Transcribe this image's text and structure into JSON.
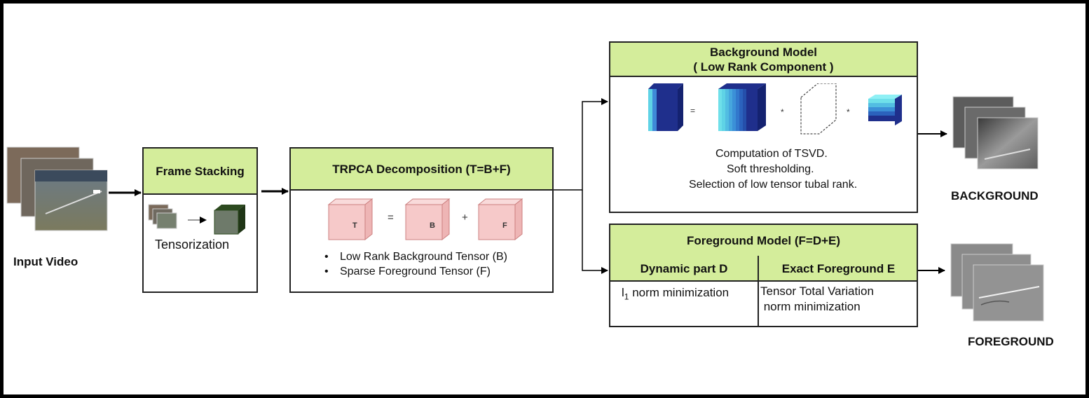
{
  "input": {
    "label": "Input Video"
  },
  "frame_stacking": {
    "title": "Frame Stacking",
    "caption": "Tensorization"
  },
  "trpca": {
    "title": "TRPCA Decomposition (T=B+F)",
    "cube_labels": [
      "T",
      "B",
      "F"
    ],
    "operators": [
      "=",
      "+"
    ],
    "bullets": [
      "Low Rank Background Tensor (B)",
      "Sparse Foreground Tensor   (F)"
    ]
  },
  "background_model": {
    "title_line1": "Background Model",
    "title_line2": "( Low Rank Component )",
    "operators": [
      "=",
      "*",
      "*"
    ],
    "steps": [
      "Computation of TSVD.",
      "Soft thresholding.",
      "Selection of low tensor tubal rank."
    ]
  },
  "foreground_model": {
    "title": "Foreground Model (F=D+E)",
    "col1_header": "Dynamic part D",
    "col2_header": "Exact Foreground E",
    "col1_text_base": "l",
    "col1_text_sub": "1",
    "col1_text_rest": " norm minimization",
    "col2_line1": "Tensor Total Variation",
    "col2_line2": " norm minimization"
  },
  "outputs": {
    "background_label": "BACKGROUND",
    "foreground_label": "FOREGROUND"
  },
  "colors": {
    "header_green": "#d4ed9b",
    "cube_pink": "#f6c9c9",
    "cube_edge": "#cc8080",
    "tensor_blue_dark": "#1f2f8c",
    "tensor_blue_light": "#5fd3e6"
  }
}
